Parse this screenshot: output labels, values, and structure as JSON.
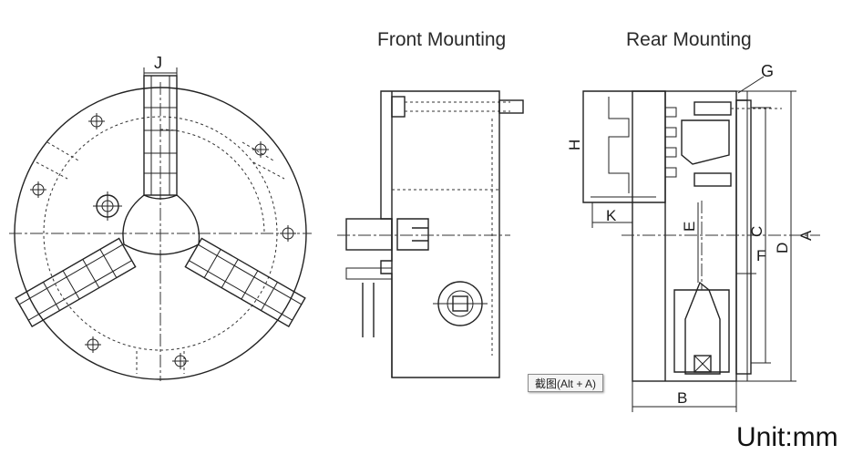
{
  "titles": {
    "front": "Front Mounting",
    "rear": "Rear Mounting"
  },
  "labels": {
    "J": "J",
    "G": "G",
    "H": "H",
    "K": "K",
    "E": "E",
    "C": "C",
    "F": "F",
    "D": "D",
    "A": "A",
    "B": "B"
  },
  "unit": "Unit:mm",
  "tooltip": "截图(Alt + A)",
  "colors": {
    "line": "#222222",
    "background": "#ffffff"
  }
}
